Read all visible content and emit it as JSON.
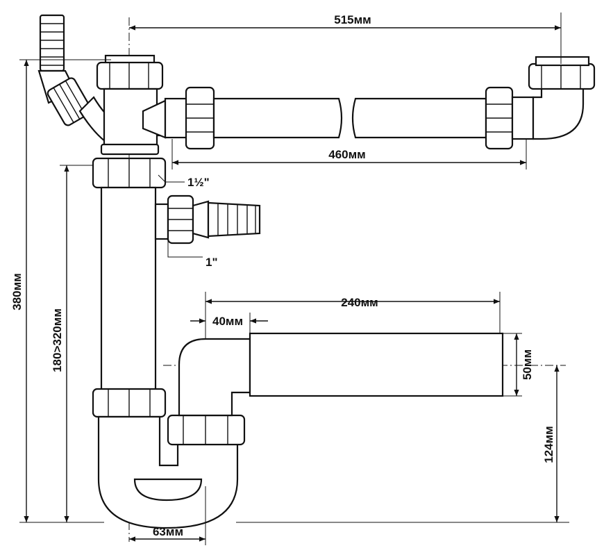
{
  "labels": {
    "w515": "515мм",
    "w460": "460мм",
    "t112": "1½\"",
    "t1": "1\"",
    "w240": "240мм",
    "w40": "40мм",
    "d50": "50мм",
    "h380": "380мм",
    "h180": "180>320мм",
    "h124": "124мм",
    "w63": "63мм"
  }
}
